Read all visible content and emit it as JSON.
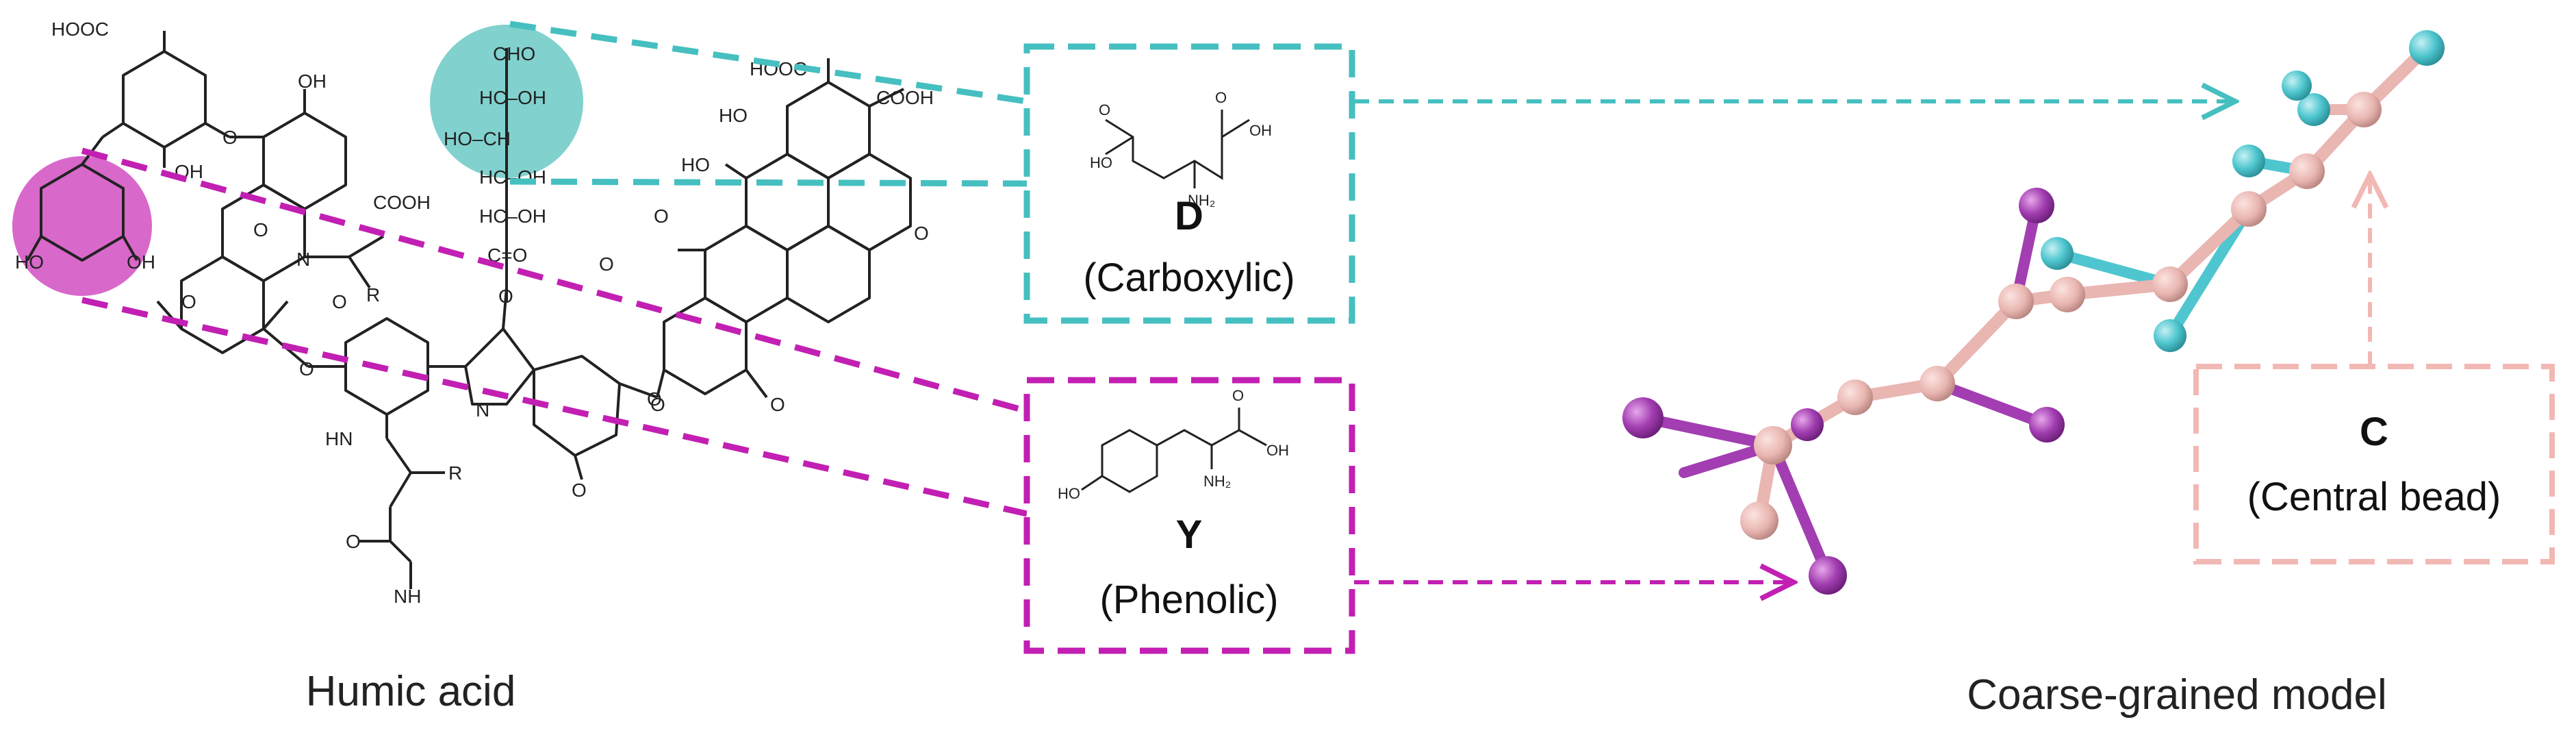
{
  "colors": {
    "carboxylic": "#46BFC0",
    "phenolic": "#C21FB3",
    "central": "#F2B8B4",
    "carboxylic_fill": "#7ACFCB",
    "phenolic_fill": "#D760C8",
    "bead_pink": "#E9B6B1",
    "bead_cyan": "#4FC6CF",
    "bead_purple": "#A23EB1"
  },
  "molecule": {
    "labels": {
      "hooc_top": "HOOC",
      "oh_1": "OH",
      "oh_2": "OH",
      "o_link_1": "O",
      "ho_ring_left": "HO",
      "oh_ring_right": "OH",
      "cooh_side": "COOH",
      "n_1": "N",
      "r_1": "R",
      "o_ring_1": "O",
      "o_ring_2": "O",
      "o_ring_3": "O",
      "o_link_2": "O",
      "hn": "HN",
      "r_2": "R",
      "o_amide": "O",
      "nh": "NH",
      "n_2": "N",
      "o_ring_4": "O",
      "o_link_3": "O",
      "cho": "CHO",
      "hc_oh_1": "HC–OH",
      "ho_ch": "HO–CH",
      "hc_oh_2": "HC–OH",
      "hc_oh_3": "HC–OH",
      "c_eq_o": "C=O",
      "o_link_4": "O",
      "hooc_right": "HOOC",
      "cooh_right": "COOH",
      "ho_right": "HO",
      "ho_right_2": "HO",
      "o_quinone_1": "O",
      "o_quinone_2": "O",
      "o_furan": "O",
      "o_methoxy": "O",
      "o_link_5": "O"
    },
    "caption": "Humic acid"
  },
  "box_d": {
    "letter": "D",
    "name": "(Carboxylic)",
    "atoms": {
      "o1": "O",
      "o2": "O",
      "oh1": "OH",
      "ho1": "HO",
      "nh2": "NH₂"
    }
  },
  "box_y": {
    "letter": "Y",
    "name": "(Phenolic)",
    "atoms": {
      "o1": "O",
      "oh1": "OH",
      "ho1": "HO",
      "nh2": "NH₂"
    }
  },
  "box_c": {
    "letter": "C",
    "name": "(Central bead)"
  },
  "model": {
    "caption": "Coarse-grained model"
  }
}
